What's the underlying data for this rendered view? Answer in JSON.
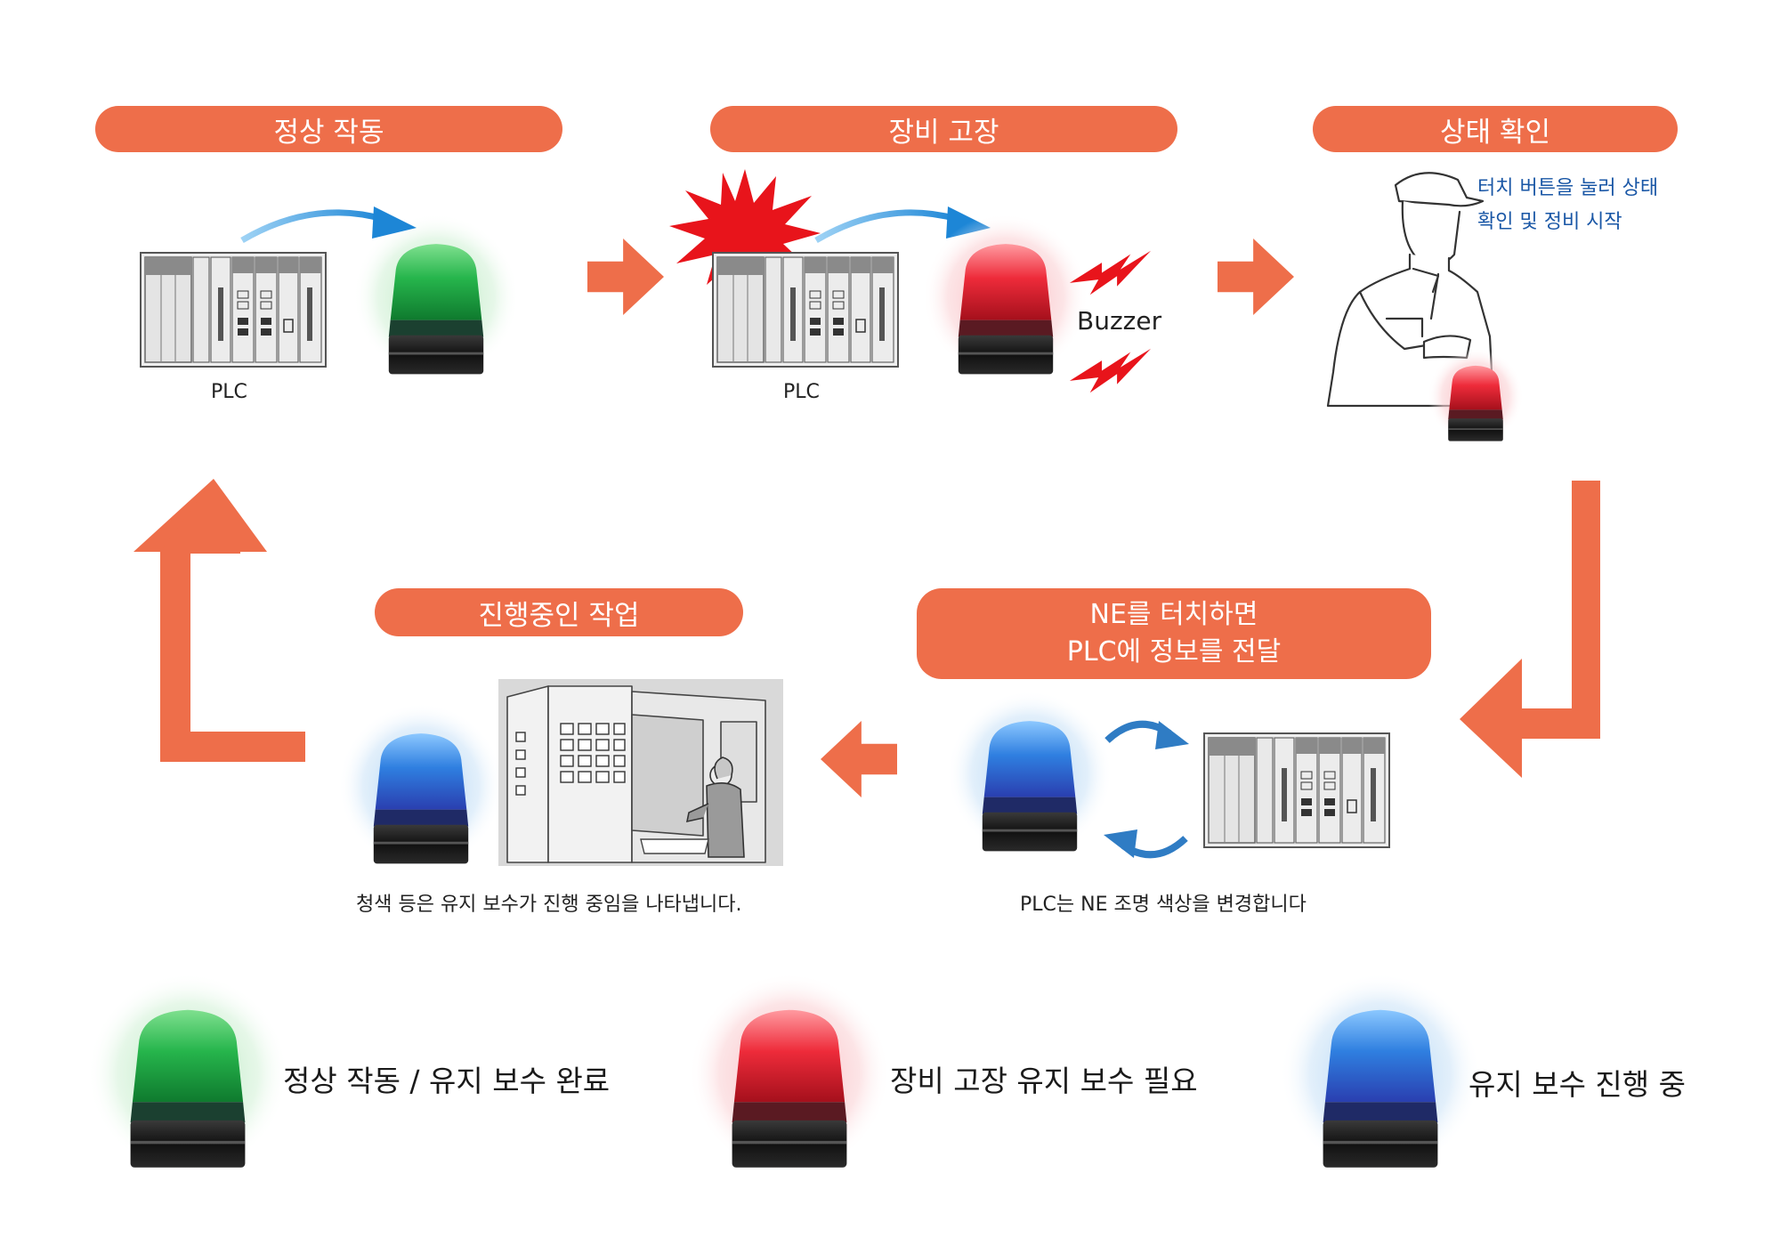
{
  "steps": {
    "normal": {
      "title": "정상 작동",
      "plc_label": "PLC"
    },
    "failure": {
      "title": "장비 고장",
      "plc_label": "PLC",
      "buzzer_label": "Buzzer"
    },
    "check": {
      "title": "상태 확인",
      "note_line1": "터치 버튼을 눌러 상태",
      "note_line2": "확인 및 정비 시작"
    },
    "touch": {
      "title_line1": "NE를 터치하면",
      "title_line2": "PLC에 정보를 전달",
      "caption": "PLC는 NE 조명 색상을 변경합니다"
    },
    "working": {
      "title": "진행중인 작업",
      "caption": "청색 등은 유지 보수가 진행 중임을 나타냅니다."
    }
  },
  "legend": [
    {
      "color": "green",
      "label": "정상 작동 / 유지 보수 완료"
    },
    {
      "color": "red",
      "label": "장비 고장 유지 보수 필요"
    },
    {
      "color": "blue",
      "label": "유지 보수 진행 중"
    }
  ],
  "colors": {
    "accent": "#ee6e4a",
    "blue_arrow": "#2d8fd8",
    "alarm_red": "#e8141b",
    "note_blue": "#1a57a6",
    "light_green": "#2fc060",
    "light_red": "#e8283a",
    "light_blue": "#2f7fe0"
  },
  "icons": [
    "plc-icon",
    "signal-lamp-icon",
    "explosion-icon",
    "lightning-icon",
    "technician-icon",
    "machine-operator-icon",
    "sync-arrows-icon",
    "flow-arrow-icon"
  ]
}
